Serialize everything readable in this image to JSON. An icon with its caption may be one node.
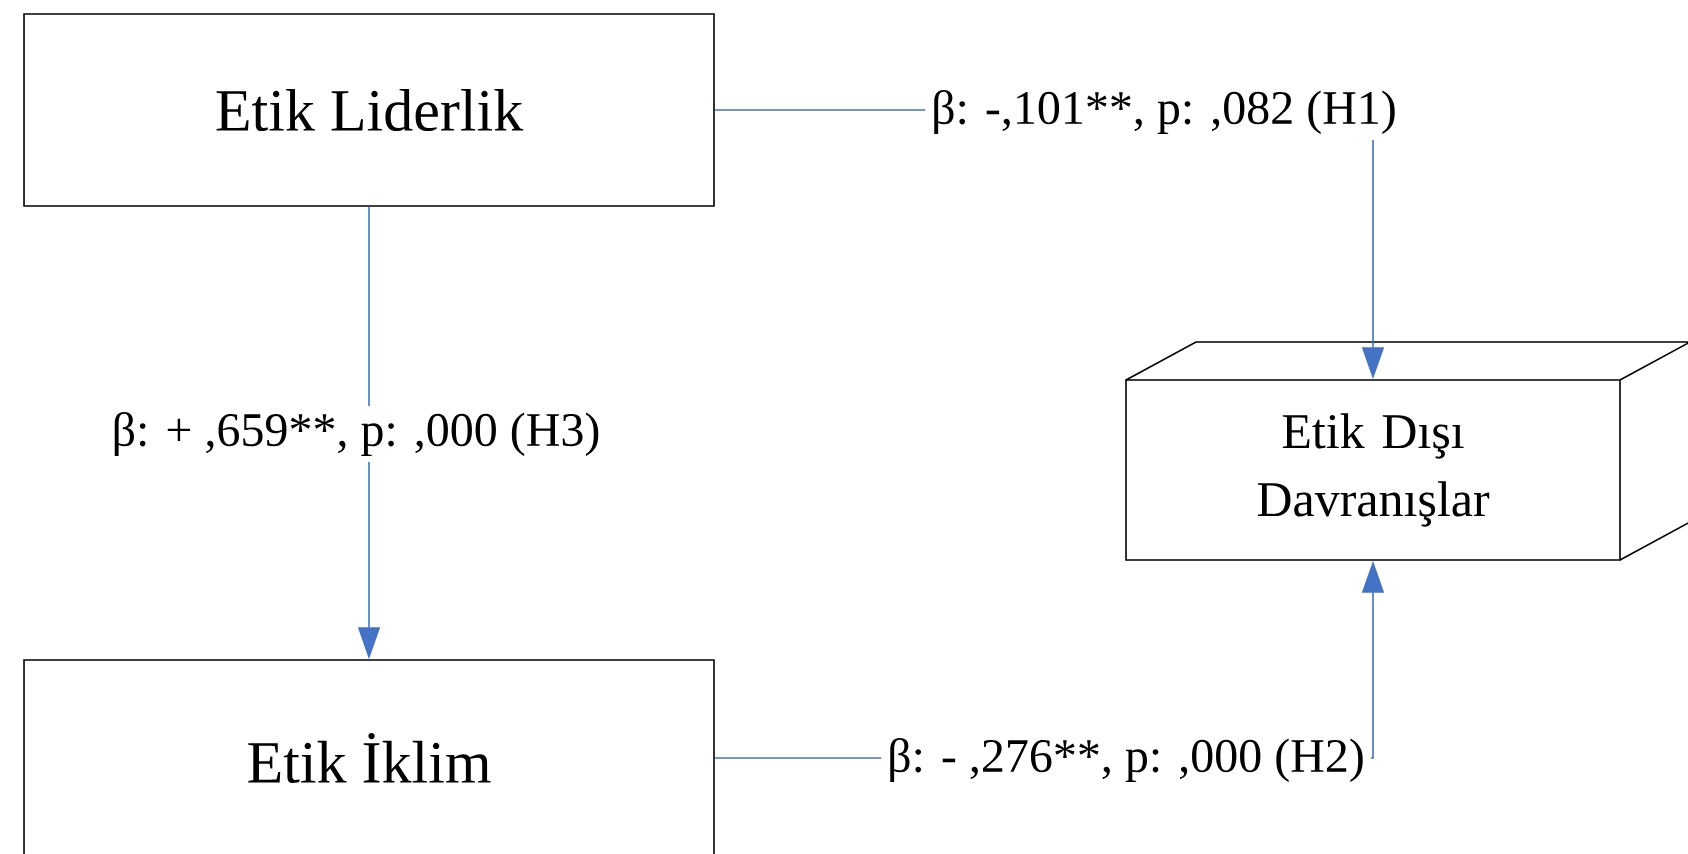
{
  "diagram": {
    "nodes": [
      {
        "text": [
          "Etik Liderlik"
        ]
      },
      {
        "text": [
          "Etik İklim"
        ]
      },
      {
        "text": [
          "Etik Dışı Davranışlar"
        ]
      }
    ],
    "edges": [
      {
        "from": 0,
        "to": 2,
        "arrow": "to",
        "label": "β: -,101**, p: ,082 (H1)"
      },
      {
        "from": 1,
        "to": 2,
        "arrow": "to",
        "label": "β: - ,276**, p: ,000 (H2)"
      },
      {
        "from": 0,
        "to": 1,
        "arrow": "to",
        "label": "β: + ,659**, p: ,000 (H3)"
      }
    ]
  }
}
